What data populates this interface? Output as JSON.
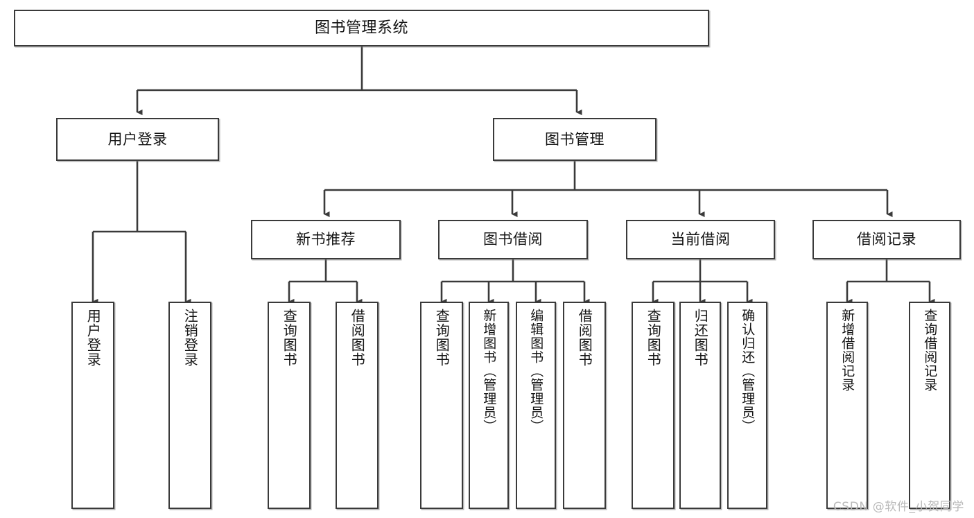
{
  "diagram": {
    "type": "tree-hierarchy",
    "title": "图书管理系统",
    "watermark": "CSDN @软件_小贺同学",
    "colors": {
      "background": "#ffffff",
      "box_border": "#3a3a3a",
      "box_fill": "#ffffff",
      "connector": "#3a3a3a",
      "text": "#141414",
      "watermark": "#b9b9b9"
    },
    "root": {
      "label": "图书管理系统"
    },
    "level2": [
      {
        "id": "user-login",
        "label": "用户登录"
      },
      {
        "id": "book-management",
        "label": "图书管理"
      }
    ],
    "level3": [
      {
        "id": "new-book-recommend",
        "label": "新书推荐"
      },
      {
        "id": "book-borrow",
        "label": "图书借阅"
      },
      {
        "id": "current-borrow",
        "label": "当前借阅"
      },
      {
        "id": "borrow-record",
        "label": "借阅记录"
      }
    ],
    "leaves": [
      {
        "id": "leaf-user-login",
        "label": "用户登录"
      },
      {
        "id": "leaf-logout-login",
        "label": "注销登录"
      },
      {
        "id": "leaf-query-book-1",
        "label": "查询图书"
      },
      {
        "id": "leaf-borrow-book-1",
        "label": "借阅图书"
      },
      {
        "id": "leaf-query-book-2",
        "label": "查询图书"
      },
      {
        "id": "leaf-add-book",
        "label": "新增图书（管理员）"
      },
      {
        "id": "leaf-edit-book",
        "label": "编辑图书（管理员）"
      },
      {
        "id": "leaf-borrow-book-2",
        "label": "借阅图书"
      },
      {
        "id": "leaf-query-book-3",
        "label": "查询图书"
      },
      {
        "id": "leaf-return-book",
        "label": "归还图书"
      },
      {
        "id": "leaf-confirm-return",
        "label": "确认归还（管理员）"
      },
      {
        "id": "leaf-add-borrow-rec",
        "label": "新增借阅记录"
      },
      {
        "id": "leaf-query-borrow-rec",
        "label": "查询借阅记录"
      }
    ]
  }
}
